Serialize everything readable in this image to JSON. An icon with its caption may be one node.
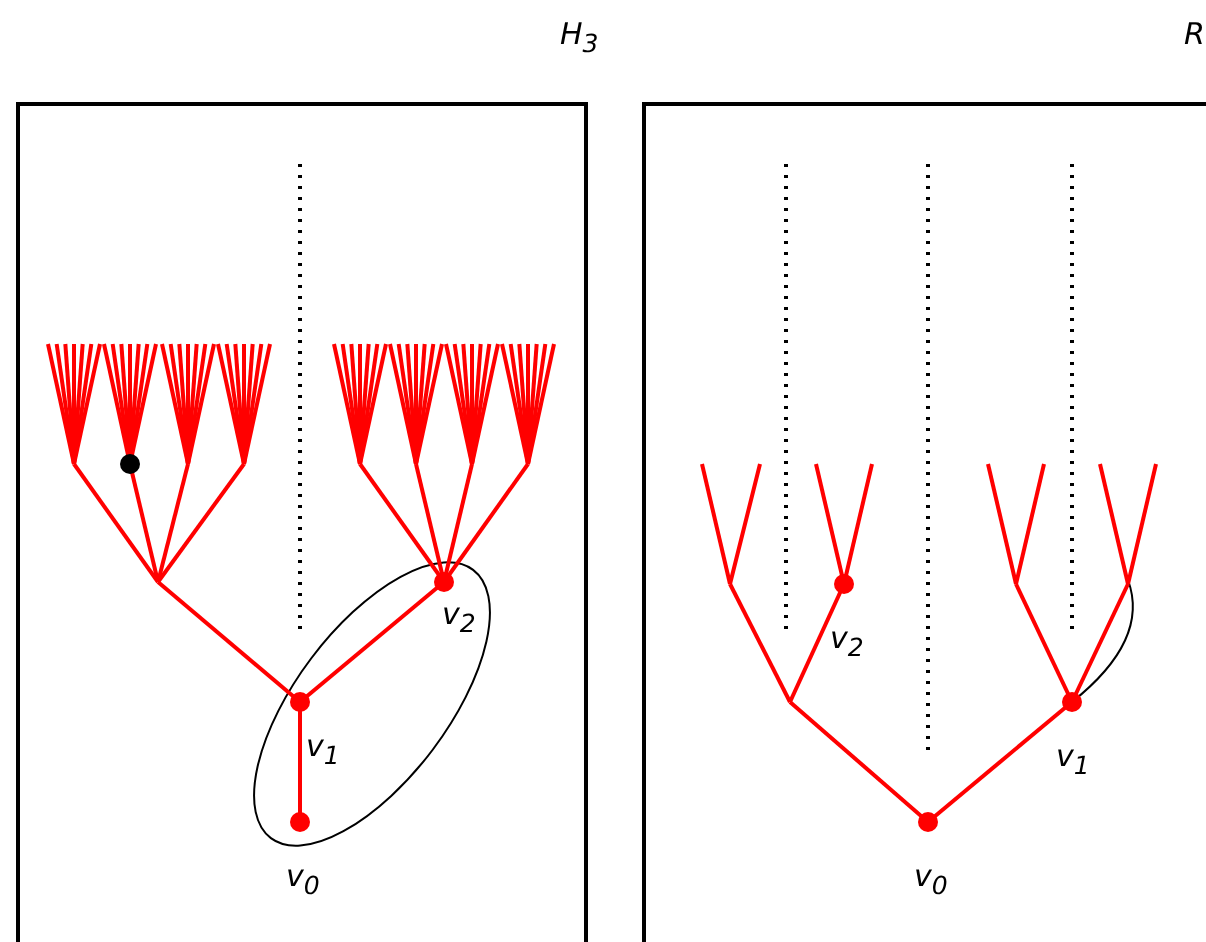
{
  "diagram": {
    "labels": [
      "H$_{3}$",
      "R",
      "v$_{2}$",
      "v$_{1}$",
      "v$_{0}$",
      "v$_{2}$",
      "v$_{1}$",
      "v$_{0}$"
    ]
  }
}
